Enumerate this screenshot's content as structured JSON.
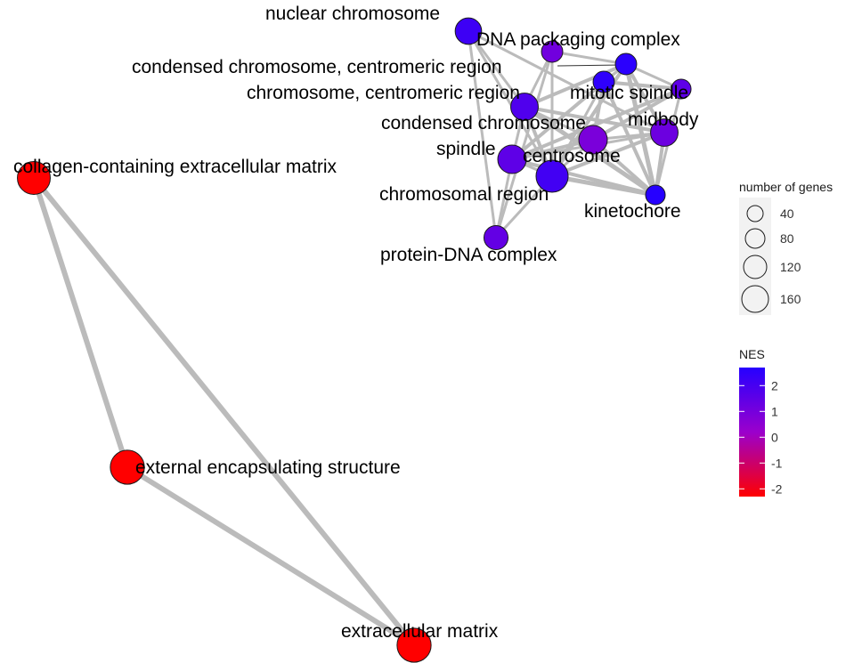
{
  "colors": {
    "edge": "#bbbbbb",
    "node_stroke": "#1a1a1a",
    "nes_high": "#2600ff",
    "nes_mid": "#9b00cc",
    "nes_low": "#ff0000",
    "legend_panel": "#f2f2f2"
  },
  "nodes": [
    {
      "id": "nuclear_chromosome",
      "label": "nuclear chromosome",
      "nes": 2.2,
      "genes": 80
    },
    {
      "id": "dna_packaging_complex",
      "label": "DNA packaging complex",
      "nes": 1.1,
      "genes": 40
    },
    {
      "id": "condensed_chromosome_centromeric_region",
      "label": "condensed chromosome, centromeric region",
      "nes": 2.6,
      "genes": 40
    },
    {
      "id": "chromosome_centromeric_region",
      "label": "chromosome, centromeric region",
      "nes": 1.8,
      "genes": 90
    },
    {
      "id": "mitotic_spindle",
      "label": "mitotic spindle",
      "nes": 2.5,
      "genes": 40
    },
    {
      "id": "midbody",
      "label": "midbody",
      "nes": 1.5,
      "genes": 30
    },
    {
      "id": "condensed_chromosome",
      "label": "condensed chromosome",
      "nes": 1.2,
      "genes": 90
    },
    {
      "id": "spindle",
      "label": "spindle",
      "nes": 1.5,
      "genes": 100
    },
    {
      "id": "centrosome",
      "label": "centrosome",
      "nes": 0.9,
      "genes": 100
    },
    {
      "id": "chromosomal_region",
      "label": "chromosomal region",
      "nes": 2.1,
      "genes": 140
    },
    {
      "id": "kinetochore",
      "label": "kinetochore",
      "nes": 2.7,
      "genes": 30
    },
    {
      "id": "protein_dna_complex",
      "label": "protein-DNA complex",
      "nes": 1.4,
      "genes": 60
    },
    {
      "id": "collagen_ecm",
      "label": "collagen-containing extracellular matrix",
      "nes": -2.3,
      "genes": 150
    },
    {
      "id": "external_encapsulating_structure",
      "label": "external encapsulating structure",
      "nes": -2.3,
      "genes": 165
    },
    {
      "id": "extracellular_matrix",
      "label": "extracellular matrix",
      "nes": -2.3,
      "genes": 165
    }
  ],
  "edges": [
    {
      "source": "collagen_ecm",
      "target": "external_encapsulating_structure",
      "weight": 3
    },
    {
      "source": "collagen_ecm",
      "target": "extracellular_matrix",
      "weight": 3
    },
    {
      "source": "external_encapsulating_structure",
      "target": "extracellular_matrix",
      "weight": 3
    },
    {
      "source": "nuclear_chromosome",
      "target": "chromosome_centromeric_region",
      "weight": 1.5
    },
    {
      "source": "nuclear_chromosome",
      "target": "condensed_chromosome",
      "weight": 1.5
    },
    {
      "source": "nuclear_chromosome",
      "target": "chromosomal_region",
      "weight": 1.5
    },
    {
      "source": "nuclear_chromosome",
      "target": "protein_dna_complex",
      "weight": 1.5
    },
    {
      "source": "dna_packaging_complex",
      "target": "protein_dna_complex",
      "weight": 1.5
    },
    {
      "source": "dna_packaging_complex",
      "target": "chromosomal_region",
      "weight": 1.5
    },
    {
      "source": "dna_packaging_complex",
      "target": "condensed_chromosome_centromeric_region",
      "weight": 1.5
    },
    {
      "source": "dna_packaging_complex",
      "target": "chromosome_centromeric_region",
      "weight": 1.5
    },
    {
      "source": "condensed_chromosome_centromeric_region",
      "target": "chromosome_centromeric_region",
      "weight": 2
    },
    {
      "source": "condensed_chromosome_centromeric_region",
      "target": "condensed_chromosome",
      "weight": 2
    },
    {
      "source": "condensed_chromosome_centromeric_region",
      "target": "kinetochore",
      "weight": 2.5
    },
    {
      "source": "condensed_chromosome_centromeric_region",
      "target": "chromosomal_region",
      "weight": 2
    },
    {
      "source": "condensed_chromosome_centromeric_region",
      "target": "mitotic_spindle",
      "weight": 1.5
    },
    {
      "source": "condensed_chromosome_centromeric_region",
      "target": "spindle",
      "weight": 1.5
    },
    {
      "source": "chromosome_centromeric_region",
      "target": "kinetochore",
      "weight": 2.5
    },
    {
      "source": "chromosome_centromeric_region",
      "target": "chromosomal_region",
      "weight": 2
    },
    {
      "source": "chromosome_centromeric_region",
      "target": "condensed_chromosome",
      "weight": 2
    },
    {
      "source": "chromosome_centromeric_region",
      "target": "spindle",
      "weight": 1.5
    },
    {
      "source": "chromosome_centromeric_region",
      "target": "centrosome",
      "weight": 1.5
    },
    {
      "source": "mitotic_spindle",
      "target": "spindle",
      "weight": 2
    },
    {
      "source": "mitotic_spindle",
      "target": "midbody",
      "weight": 2
    },
    {
      "source": "mitotic_spindle",
      "target": "centrosome",
      "weight": 2
    },
    {
      "source": "mitotic_spindle",
      "target": "kinetochore",
      "weight": 2
    },
    {
      "source": "mitotic_spindle",
      "target": "chromosomal_region",
      "weight": 1.5
    },
    {
      "source": "midbody",
      "target": "spindle",
      "weight": 2
    },
    {
      "source": "midbody",
      "target": "centrosome",
      "weight": 2
    },
    {
      "source": "midbody",
      "target": "kinetochore",
      "weight": 1.5
    },
    {
      "source": "midbody",
      "target": "condensed_chromosome_centromeric_region",
      "weight": 1.5
    },
    {
      "source": "condensed_chromosome",
      "target": "kinetochore",
      "weight": 2
    },
    {
      "source": "condensed_chromosome",
      "target": "chromosomal_region",
      "weight": 2
    },
    {
      "source": "condensed_chromosome",
      "target": "spindle",
      "weight": 1.5
    },
    {
      "source": "condensed_chromosome",
      "target": "centrosome",
      "weight": 1.5
    },
    {
      "source": "spindle",
      "target": "centrosome",
      "weight": 2
    },
    {
      "source": "spindle",
      "target": "kinetochore",
      "weight": 2
    },
    {
      "source": "spindle",
      "target": "chromosomal_region",
      "weight": 1.5
    },
    {
      "source": "spindle",
      "target": "protein_dna_complex",
      "weight": 1.5
    },
    {
      "source": "centrosome",
      "target": "kinetochore",
      "weight": 2
    },
    {
      "source": "centrosome",
      "target": "chromosomal_region",
      "weight": 1.5
    },
    {
      "source": "chromosomal_region",
      "target": "kinetochore",
      "weight": 2.5
    },
    {
      "source": "chromosomal_region",
      "target": "protein_dna_complex",
      "weight": 1.5
    }
  ],
  "legend_size": {
    "title": "number of genes",
    "items": [
      {
        "value": 40,
        "label": "40"
      },
      {
        "value": 80,
        "label": "80"
      },
      {
        "value": 120,
        "label": "120"
      },
      {
        "value": 160,
        "label": "160"
      }
    ]
  },
  "legend_color": {
    "title": "NES",
    "range": [
      -2.3,
      2.7
    ],
    "ticks": [
      {
        "value": 2,
        "label": "2"
      },
      {
        "value": 1,
        "label": "1"
      },
      {
        "value": 0,
        "label": "0"
      },
      {
        "value": -1,
        "label": "-1"
      },
      {
        "value": -2,
        "label": "-2"
      }
    ]
  }
}
